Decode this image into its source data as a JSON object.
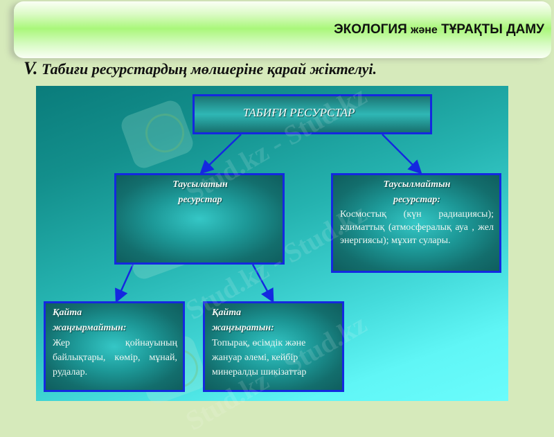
{
  "header": {
    "title_part1": "ЭКОЛОГИЯ ",
    "title_part2": "және",
    "title_part3": " ТҰРАҚТЫ ДАМУ"
  },
  "slide": {
    "numeral": "V.",
    "title": " Табиғи ресурстардың мөлшеріне қарай жіктелуі."
  },
  "diagram": {
    "root": {
      "label": "ТАБИҒИ РЕСУРСТАР"
    },
    "exhaustible": {
      "heading_line1": "Таусылатын",
      "heading_line2": "ресурстар"
    },
    "inexhaustible": {
      "heading_line1": "Таусылмайтын",
      "heading_line2": "ресурстар:",
      "body": "Космостық (күн радиациясы); климаттық (атмосфералық ауа , жел энергиясы); мұхит сулары."
    },
    "non_renewable": {
      "heading_line1": "Қайта",
      "heading_line2": "жаңғырмайтын:",
      "body": "Жер қойнауының байлықтары, көмір, мұнай, рудалар."
    },
    "renewable": {
      "heading_line1": "Қайта",
      "heading_line2": "жаңғыратын:",
      "body": "Топырақ, өсімдік және жануар әлемі, кейбір минералды шикізаттар"
    },
    "colors": {
      "box_border": "#1428e0",
      "connector": "#1428e0",
      "panel_dark": "#0a7c7b",
      "panel_light": "#6afcfc"
    }
  },
  "watermark": {
    "text": "Stud.kz - Stud.kz"
  }
}
